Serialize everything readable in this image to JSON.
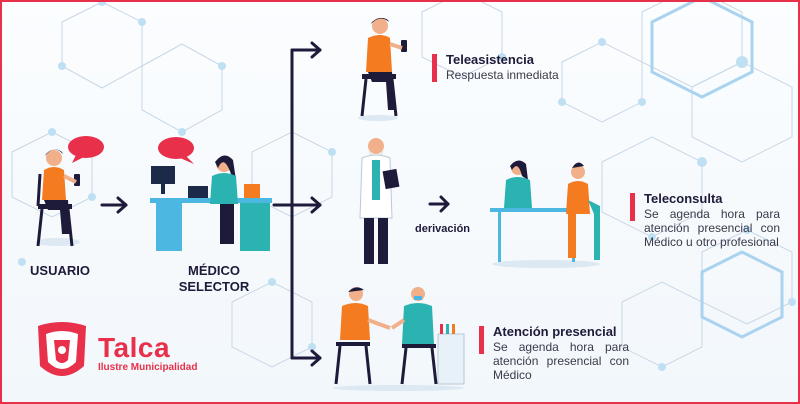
{
  "labels": {
    "usuario": "USUARIO",
    "medico_selector_line1": "MÉDICO",
    "medico_selector_line2": "SELECTOR",
    "derivacion": "derivación"
  },
  "services": [
    {
      "title": "Teleasistencia",
      "description": "Respuesta inmediata"
    },
    {
      "title": "Teleconsulta",
      "description": "Se agenda hora para atención presencial con Médico u otro profesional"
    },
    {
      "title": "Atención presencial",
      "description": "Se agenda hora para atención presencial con Médico"
    }
  ],
  "logo": {
    "title": "Talca",
    "subtitle": "Ilustre Municipalidad"
  },
  "colors": {
    "accent": "#e8304a",
    "navy": "#1e1b3a",
    "orange": "#f47b20",
    "teal": "#2bb3b1",
    "screen": "#1c2a4a"
  },
  "icons": [
    "speech-bubble-icon",
    "arrow-right-icon",
    "municipal-seal-icon"
  ]
}
